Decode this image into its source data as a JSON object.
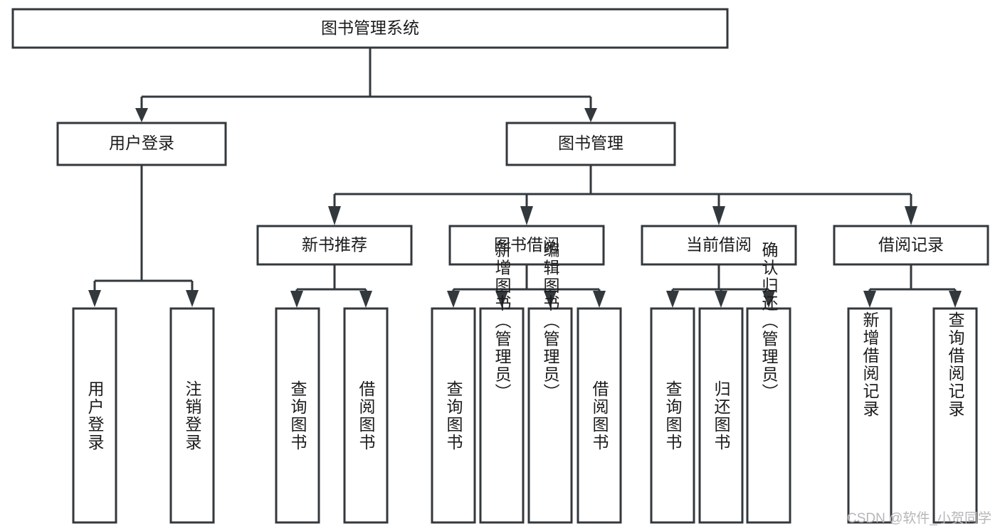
{
  "diagram": {
    "type": "tree-hierarchy",
    "title": "图书管理系统",
    "orientation": "top-down",
    "colors": {
      "box_stroke": "#33383d",
      "box_fill": "#ffffff",
      "connector": "#33383d",
      "text": "#1b1b1b",
      "watermark": "#b6b6b6",
      "background": "#ffffff"
    },
    "root": {
      "label": "图书管理系统"
    },
    "level2": [
      {
        "label": "用户登录"
      },
      {
        "label": "图书管理"
      }
    ],
    "level3": [
      {
        "label": "新书推荐"
      },
      {
        "label": "图书借阅"
      },
      {
        "label": "当前借阅"
      },
      {
        "label": "借阅记录"
      }
    ],
    "leaves": {
      "user_login": [
        {
          "label": "用户登录"
        },
        {
          "label": "注销登录"
        }
      ],
      "new_book_recommend": [
        {
          "label": "查询图书"
        },
        {
          "label": "借阅图书"
        }
      ],
      "book_borrow": [
        {
          "label": "查询图书"
        },
        {
          "label": "新增图书（管理员）"
        },
        {
          "label": "编辑图书（管理员）"
        },
        {
          "label": "借阅图书"
        }
      ],
      "current_borrow": [
        {
          "label": "查询图书"
        },
        {
          "label": "归还图书"
        },
        {
          "label": "确认归还（管理员）"
        }
      ],
      "borrow_record": [
        {
          "label": "新增借阅记录"
        },
        {
          "label": "查询借阅记录"
        }
      ]
    }
  },
  "watermark": {
    "text": "CSDN @软件_小贺同学"
  }
}
